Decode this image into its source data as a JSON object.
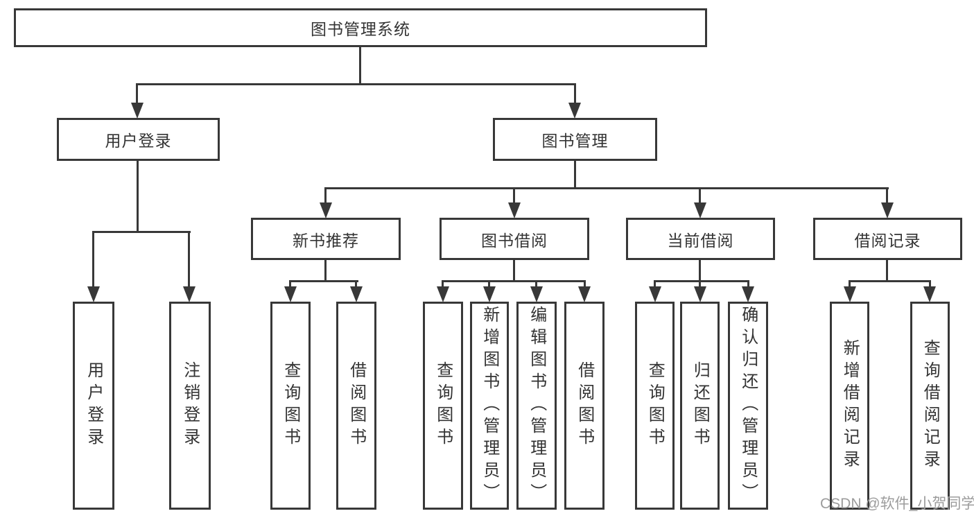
{
  "diagram_type": "hierarchy-tree",
  "colors": {
    "background": "#ffffff",
    "box_border": "#383838",
    "connector_line": "#383838",
    "text": "#333333",
    "watermark_text": "#9c9c9c"
  },
  "hierarchy": {
    "label": "图书管理系统",
    "children": [
      {
        "label": "用户登录",
        "children": [
          {
            "label": "用户登录"
          },
          {
            "label": "注销登录"
          }
        ]
      },
      {
        "label": "图书管理",
        "children": [
          {
            "label": "新书推荐",
            "children": [
              {
                "label": "查询图书"
              },
              {
                "label": "借阅图书"
              }
            ]
          },
          {
            "label": "图书借阅",
            "children": [
              {
                "label": "查询图书"
              },
              {
                "label": "新增图书（管理员）"
              },
              {
                "label": "编辑图书（管理员）"
              },
              {
                "label": "借阅图书"
              }
            ]
          },
          {
            "label": "当前借阅",
            "children": [
              {
                "label": "查询图书"
              },
              {
                "label": "归还图书"
              },
              {
                "label": "确认归还（管理员）"
              }
            ]
          },
          {
            "label": "借阅记录",
            "children": [
              {
                "label": "新增借阅记录"
              },
              {
                "label": "查询借阅记录"
              }
            ]
          }
        ]
      }
    ]
  },
  "watermark": {
    "text": "CSDN @软件_小贺同学"
  }
}
